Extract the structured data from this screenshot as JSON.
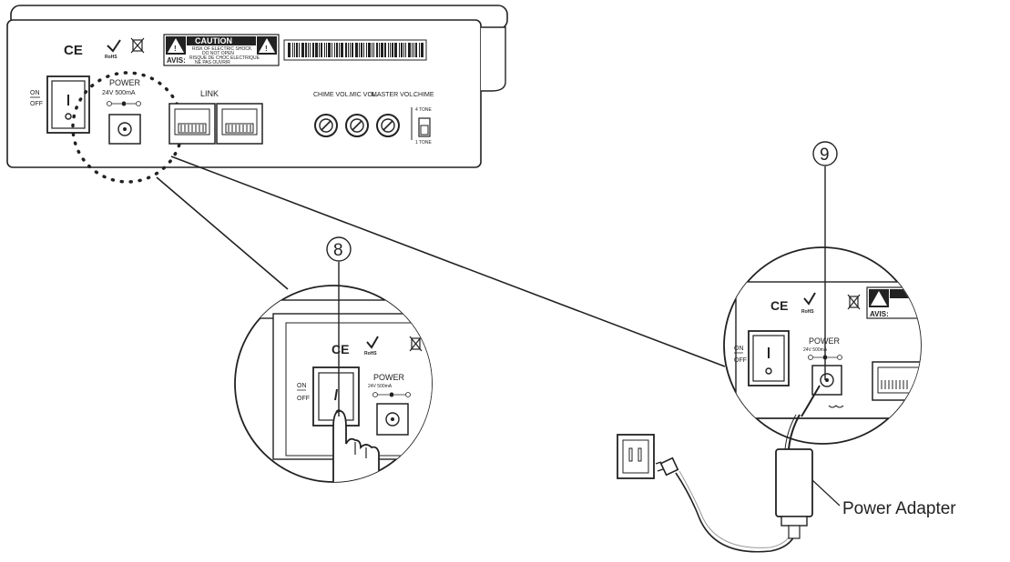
{
  "panel": {
    "ce_mark": "CE",
    "rohs": "RoHS",
    "caution_title": "CAUTION",
    "caution_line1": "RISK OF ELECTRIC SHOCK",
    "caution_line2": "DO NOT OPEN",
    "avis_title": "AVIS:",
    "avis_line1": "RISQUE DE CHOC ELECTRIQUE",
    "avis_line2": "NE PAS OUVRIR",
    "on": "ON",
    "off": "OFF",
    "power": "POWER",
    "power_rating": "24V 500mA",
    "link": "LINK",
    "chime_vol": "CHIME VOL.",
    "mic_vol": "MIC VOL.",
    "master_vol": "MASTER VOL.",
    "chime": "CHIME",
    "tone4": "4 TONE",
    "tone1": "1 TONE"
  },
  "callouts": {
    "step8": "8",
    "step9": "9"
  },
  "labels": {
    "power_adapter": "Power Adapter"
  },
  "colors": {
    "line": "#222222",
    "panel_fill": "#ffffff",
    "panel_shadow": "#eeeeee"
  }
}
